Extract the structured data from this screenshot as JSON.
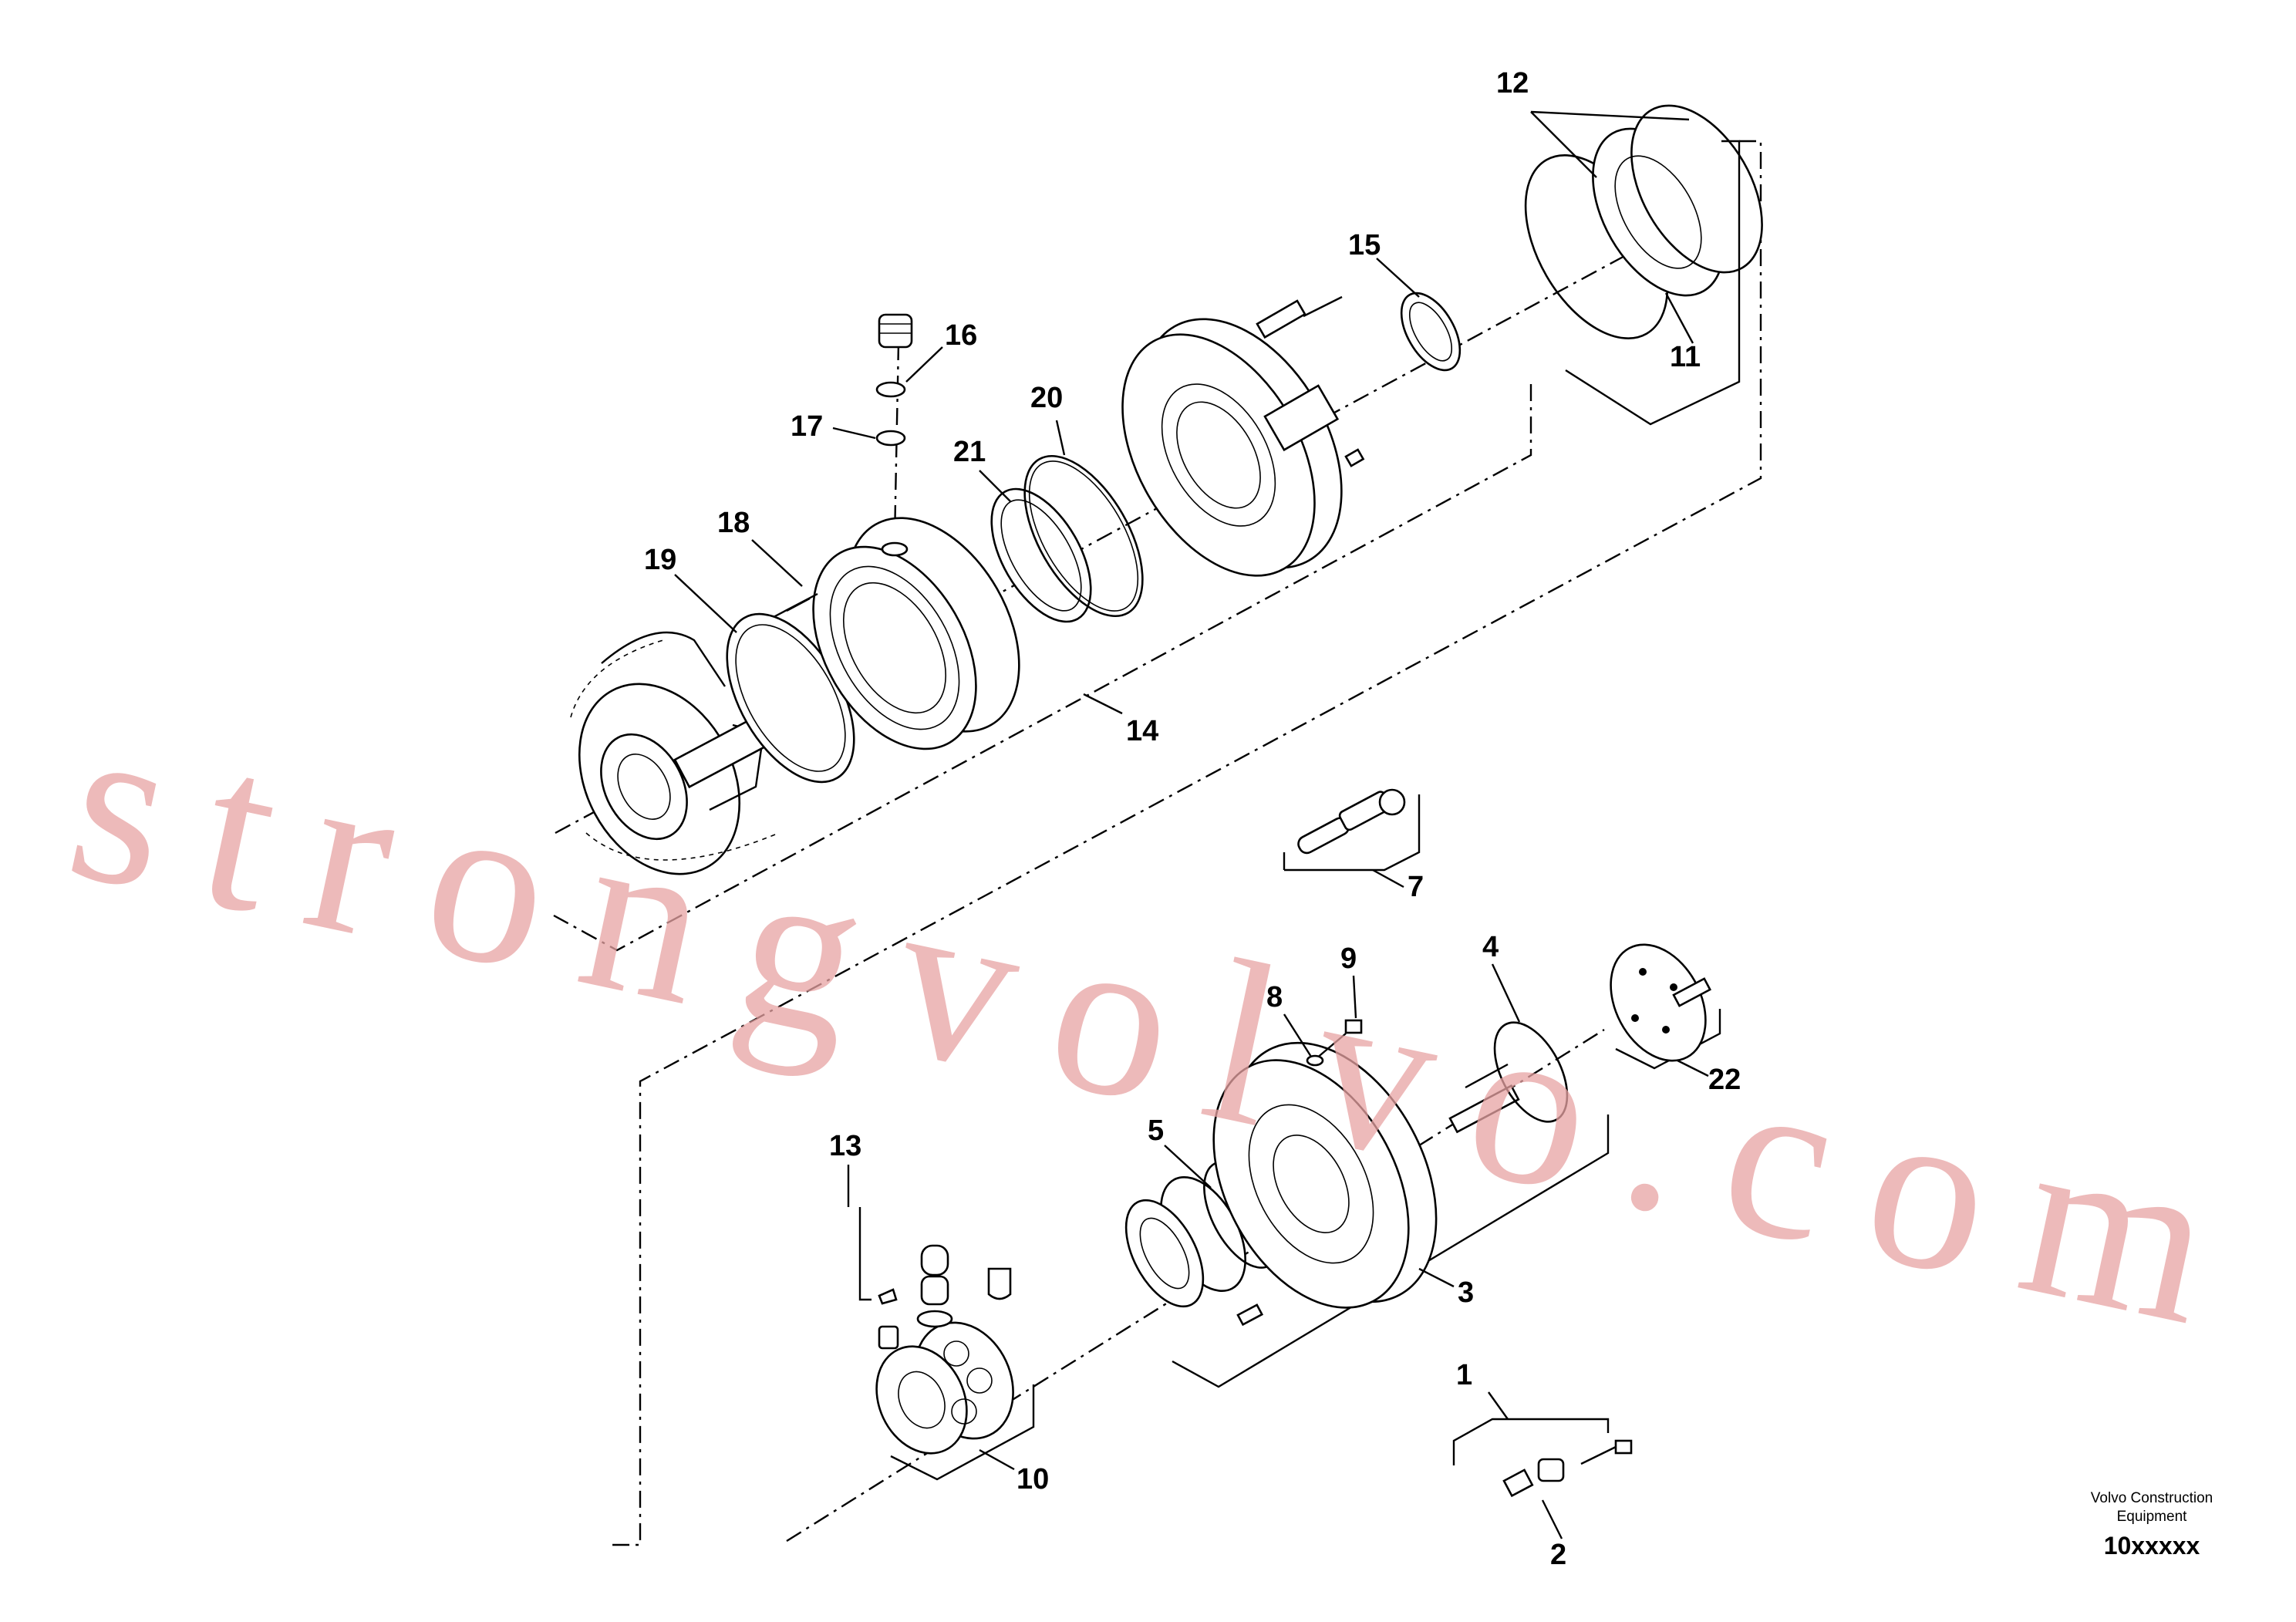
{
  "callouts": [
    "1",
    "2",
    "3",
    "4",
    "5",
    "7",
    "8",
    "9",
    "10",
    "11",
    "12",
    "13",
    "14",
    "15",
    "16",
    "17",
    "18",
    "19",
    "20",
    "21",
    "22"
  ],
  "watermark": "strongvolvo.com",
  "caption": {
    "line1": "Volvo Construction",
    "line2": "Equipment",
    "code": "10xxxxx"
  }
}
